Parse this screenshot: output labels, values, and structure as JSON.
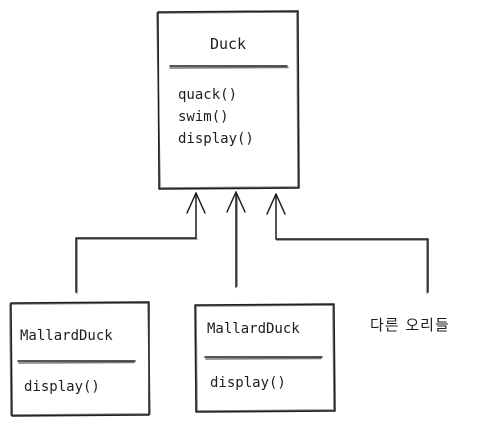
{
  "base_class": {
    "name": "Duck",
    "methods": [
      "quack()",
      "swim()",
      "display()"
    ]
  },
  "subclasses": [
    {
      "name": "MallardDuck",
      "methods": [
        "display()"
      ]
    },
    {
      "name": "MallardDuck",
      "methods": [
        "display()"
      ]
    }
  ],
  "other_ducks_note": "다른 오리들"
}
